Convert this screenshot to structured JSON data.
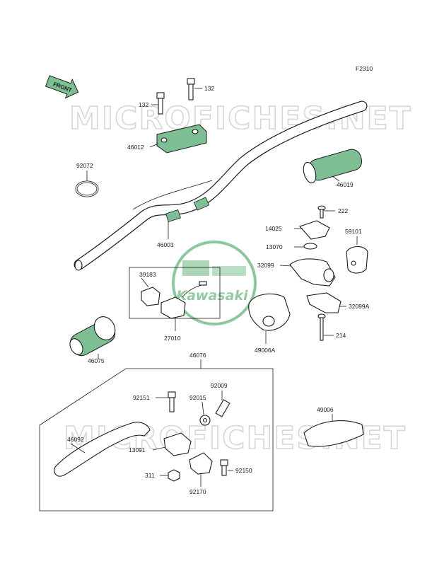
{
  "diagram_code": "F2310",
  "front_label": "FRONT",
  "watermark_text": "MICROFICHES.NET",
  "logo_text": "Kawasaki",
  "colors": {
    "accent": "#7dbe93",
    "logo": "#67b57c",
    "line": "#1a1a1a"
  },
  "labels": {
    "p132a": "132",
    "p132b": "132",
    "p46012": "46012",
    "p92072": "92072",
    "p46003": "46003",
    "p46019": "46019",
    "p222": "222",
    "p14025": "14025",
    "p13070": "13070",
    "p59101": "59101",
    "p32099": "32099",
    "p32099a": "32099A",
    "p39183": "39183",
    "p27010": "27010",
    "p46075": "46075",
    "p49006a": "49006A",
    "p214": "214",
    "p46076": "46076",
    "p92009": "92009",
    "p92151": "92151",
    "p92015": "92015",
    "p49006": "49006",
    "p46092": "46092",
    "p13091": "13091",
    "p92150": "92150",
    "p311": "311",
    "p92170": "92170"
  }
}
